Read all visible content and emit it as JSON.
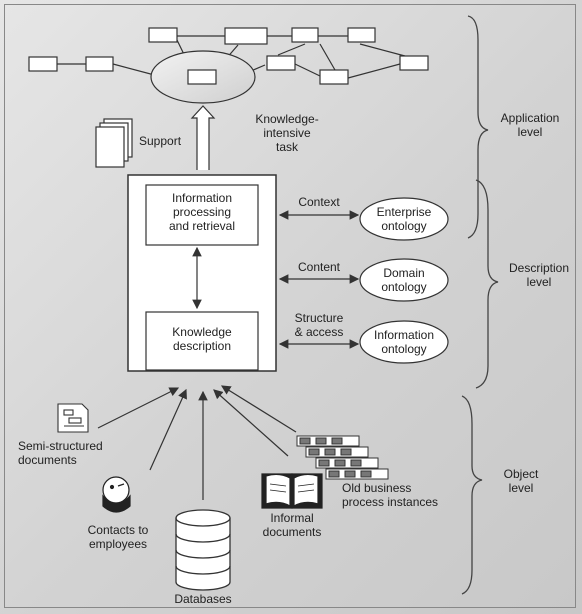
{
  "application_level": {
    "task_label": "Knowledge- intensive\ntask",
    "support_label": "Support",
    "level_label": "Application\nlevel"
  },
  "description_level": {
    "info_processing_label": "Information\nprocessing\nand retrieval",
    "knowledge_description_label": "Knowledge\ndescription",
    "level_label": "Description\nlevel",
    "links": [
      {
        "label": "Context",
        "ontology": "Enterprise\nontology"
      },
      {
        "label": "Content",
        "ontology": "Domain\nontology"
      },
      {
        "label": "Structure\n& access",
        "ontology": "Information\nontology"
      }
    ]
  },
  "object_level": {
    "level_label": "Object\nlevel",
    "sources": [
      "Semi-structured\ndocuments",
      "Contacts to\nemployees",
      "Databases",
      "Informal\ndocuments",
      "Old business\nprocess instances"
    ]
  }
}
